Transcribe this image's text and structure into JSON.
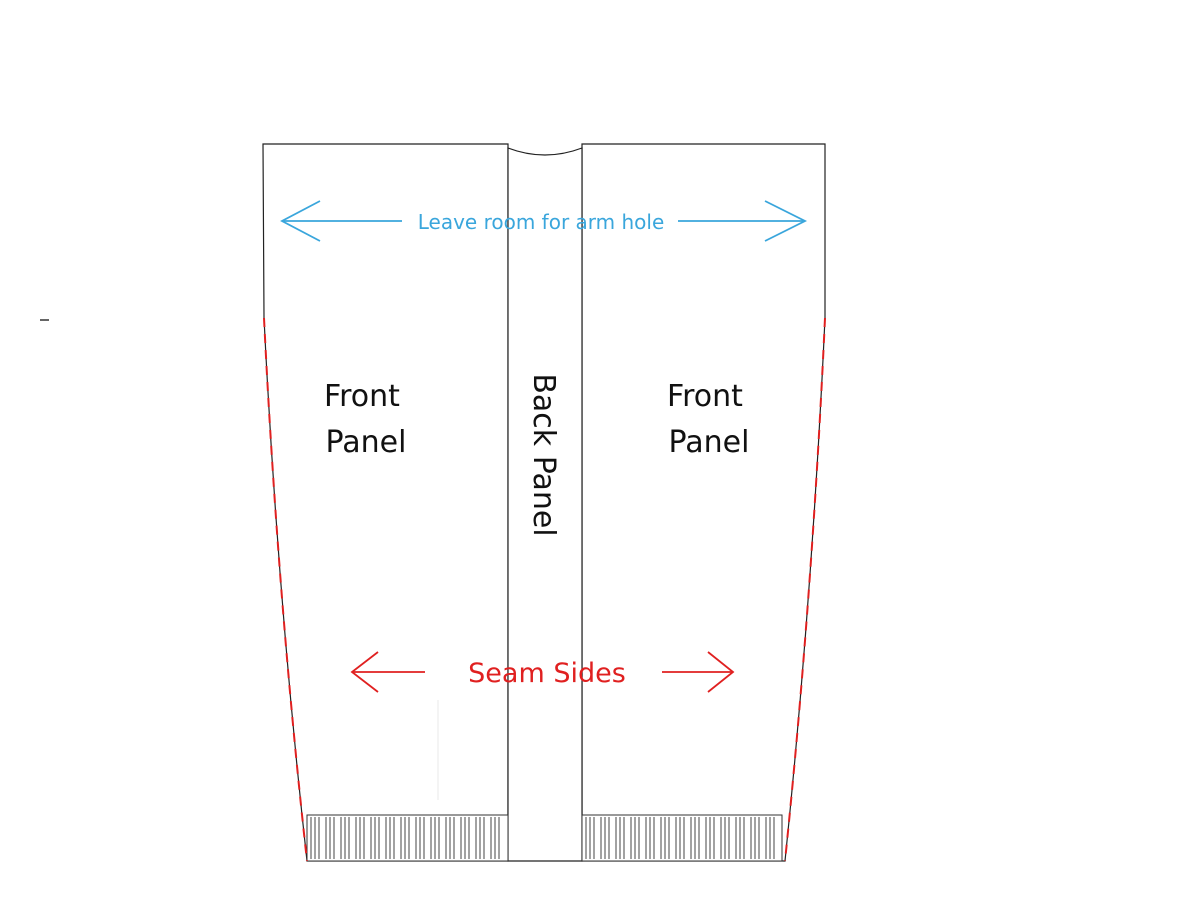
{
  "labels": {
    "left_front_line1": "Front",
    "left_front_line2": "Panel",
    "right_front_line1": "Front",
    "right_front_line2": "Panel",
    "back_panel": "Back Panel",
    "arm_hole_note": "Leave room for arm hole",
    "seam_note": "Seam Sides"
  },
  "colors": {
    "outline": "#222222",
    "arm_hole_arrow": "#3aa6dc",
    "seam": "#e02020",
    "text": "#111111"
  }
}
